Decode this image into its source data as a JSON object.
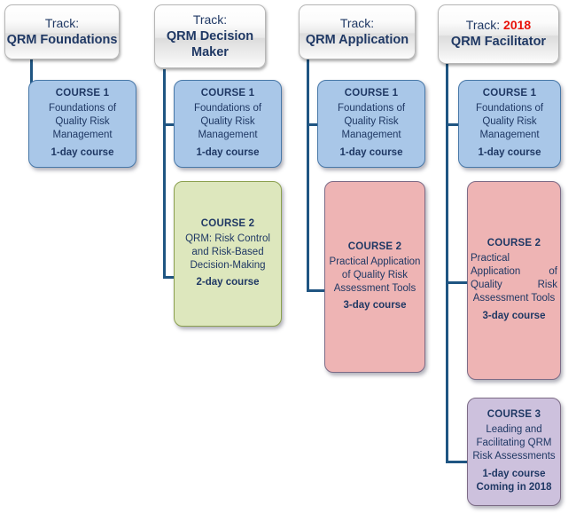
{
  "diagram": {
    "title_prefix": "Track:",
    "tracks": [
      {
        "id": "qrm-foundations",
        "header_label": "Track:",
        "header_year": "",
        "header_name": "QRM Foundations",
        "courses": [
          {
            "title": "COURSE 1",
            "desc": "Foundations of Quality Risk Management",
            "duration": "1-day course",
            "note": "",
            "color": "#a9c7e8",
            "color_name": "blue"
          }
        ]
      },
      {
        "id": "qrm-decision-maker",
        "header_label": "Track:",
        "header_year": "",
        "header_name": "QRM Decision Maker",
        "courses": [
          {
            "title": "COURSE 1",
            "desc": "Foundations of Quality Risk Management",
            "duration": "1-day course",
            "note": "",
            "color": "#a9c7e8",
            "color_name": "blue"
          },
          {
            "title": "COURSE 2",
            "desc": "QRM: Risk Control and Risk-Based Decision-Making",
            "duration": "2-day course",
            "note": "",
            "color": "#dde7bd",
            "color_name": "green"
          }
        ]
      },
      {
        "id": "qrm-application",
        "header_label": "Track:",
        "header_year": "",
        "header_name": "QRM Application",
        "courses": [
          {
            "title": "COURSE 1",
            "desc": "Foundations of Quality Risk Management",
            "duration": "1-day course",
            "note": "",
            "color": "#a9c7e8",
            "color_name": "blue"
          },
          {
            "title": "COURSE 2",
            "desc": "Practical Application of Quality Risk Assessment Tools",
            "duration": "3-day course",
            "note": "",
            "color": "#eeb4b4",
            "color_name": "pink"
          }
        ]
      },
      {
        "id": "qrm-facilitator",
        "header_label": "Track:",
        "header_year": "2018",
        "header_name": "QRM Facilitator",
        "courses": [
          {
            "title": "COURSE 1",
            "desc": "Foundations of Quality Risk Management",
            "duration": "1-day course",
            "note": "",
            "color": "#a9c7e8",
            "color_name": "blue"
          },
          {
            "title": "COURSE 2",
            "desc": "Practical Application of Quality Risk Assessment Tools",
            "duration": "3-day course",
            "note": "",
            "color": "#eeb4b4",
            "color_name": "pink"
          },
          {
            "title": "COURSE 3",
            "desc": "Leading and Facilitating QRM Risk Assessments",
            "duration": "1-day course",
            "note": "Coming in 2018",
            "color": "#cdc1dd",
            "color_name": "purple"
          }
        ]
      }
    ],
    "colors": {
      "connector": "#1f5582",
      "text": "#1f3864",
      "year_accent": "#e8120a",
      "blue": "#a9c7e8",
      "green": "#dde7bd",
      "pink": "#eeb4b4",
      "purple": "#cdc1dd"
    }
  }
}
